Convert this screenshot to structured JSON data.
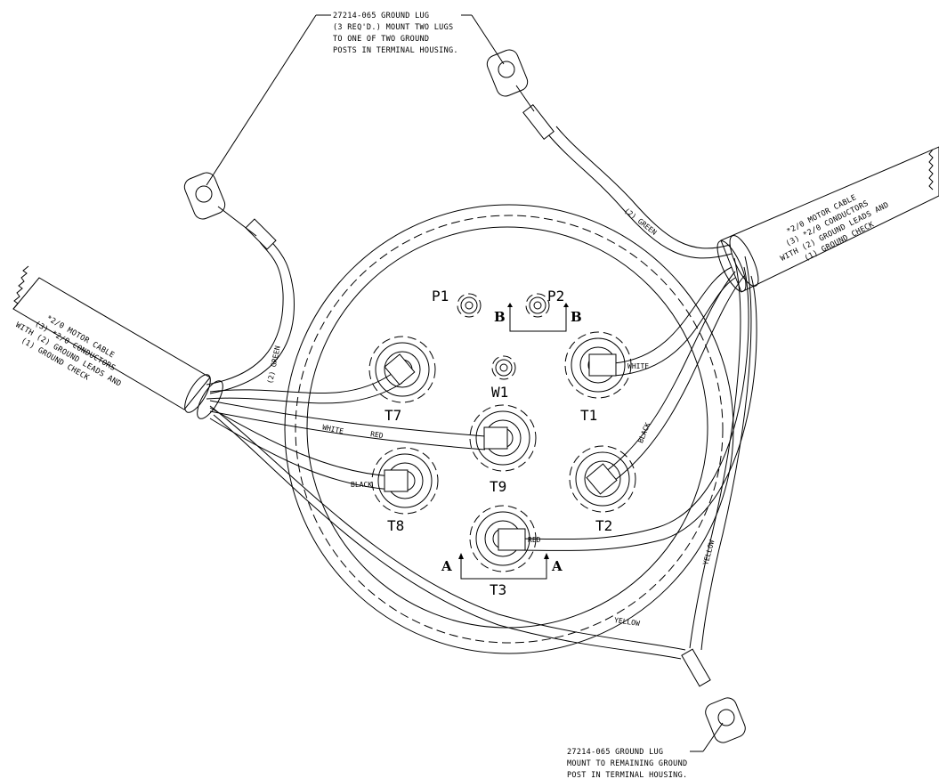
{
  "notes": {
    "top_lug": [
      "27214-065 GROUND LUG",
      "(3 REQ'D.) MOUNT TWO LUGS",
      "TO ONE OF TWO GROUND",
      "POSTS IN TERMINAL HOUSING."
    ],
    "bottom_lug": [
      "27214-065 GROUND LUG",
      "MOUNT TO REMAINING GROUND",
      "POST IN TERMINAL HOUSING."
    ]
  },
  "cables": {
    "left": [
      "*2/0 MOTOR CABLE",
      "(3) *2/0 CONDUCTORS",
      "WITH (2) GROUND LEADS AND",
      "(1) GROUND CHECK"
    ],
    "right": [
      "*2/0 MOTOR CABLE",
      "(3) *2/0 CONDUCTORS",
      "WITH (2) GROUND LEADS AND",
      "(1) GROUND CHECK"
    ]
  },
  "terminals": {
    "p1": "P1",
    "p2": "P2",
    "w1": "W1",
    "t1": "T1",
    "t2": "T2",
    "t3": "T3",
    "t7": "T7",
    "t8": "T8",
    "t9": "T9"
  },
  "wires": {
    "white_left": "WHITE",
    "red_left": "RED",
    "black_left": "BLACK",
    "white_right": "WHITE",
    "black_right": "BLACK",
    "red_right": "RED",
    "green_left": "(2) GREEN",
    "green_right": "(2) GREEN",
    "yellow_bottom": "YELLOW",
    "yellow_right": "YELLOW"
  },
  "sections": {
    "a": "A",
    "b": "B"
  }
}
